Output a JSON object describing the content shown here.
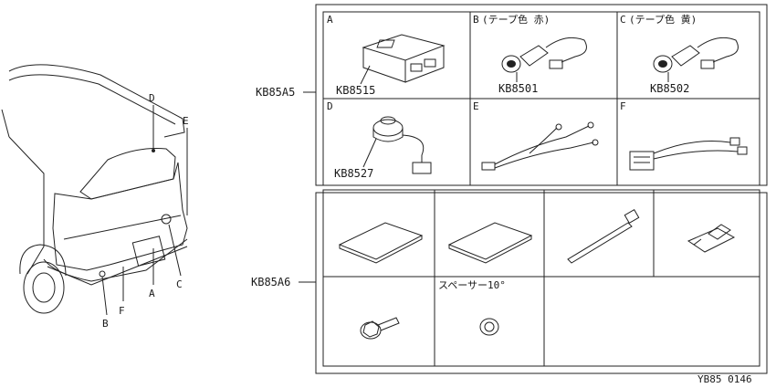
{
  "vehicle": {
    "callouts": [
      "D",
      "E",
      "A",
      "C",
      "B",
      "F"
    ]
  },
  "kit_a5": {
    "group_code": "KB85A5",
    "cells": [
      {
        "letter": "A",
        "note": "",
        "part": "KB8515"
      },
      {
        "letter": "B",
        "note": "(テープ色 赤)",
        "part": "KB8501"
      },
      {
        "letter": "C",
        "note": "(テープ色 黄)",
        "part": "KB8502"
      },
      {
        "letter": "D",
        "note": "",
        "part": "KB8527"
      },
      {
        "letter": "E",
        "note": "",
        "part": ""
      },
      {
        "letter": "F",
        "note": "",
        "part": ""
      }
    ]
  },
  "kit_a6": {
    "group_code": "KB85A6",
    "spacer_label": "スペーサー10°"
  },
  "drawing_number": "YB85 0146"
}
